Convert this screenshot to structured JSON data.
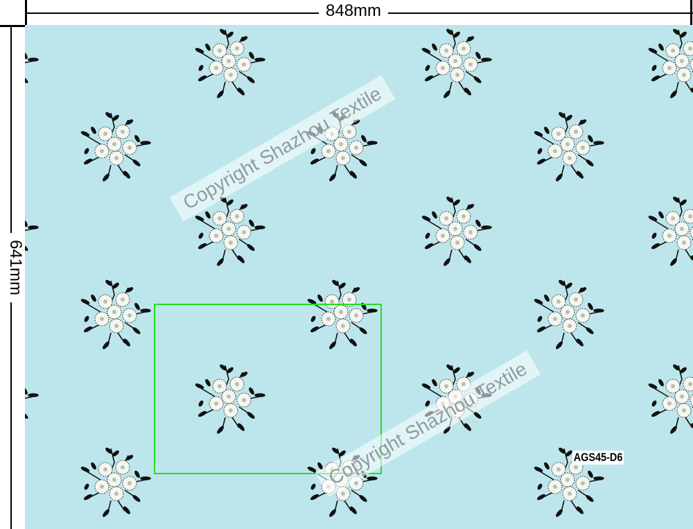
{
  "dimensions": {
    "width_label": "848mm",
    "height_label": "641mm"
  },
  "watermark": {
    "text": "Copyright Shazhou Textile"
  },
  "design_code": "AGS45-D6",
  "colors": {
    "background": "#bde6ec",
    "repeat_box": "#22dd22",
    "motif_leaf": "#111111",
    "motif_flower": "#f4f6f0"
  }
}
